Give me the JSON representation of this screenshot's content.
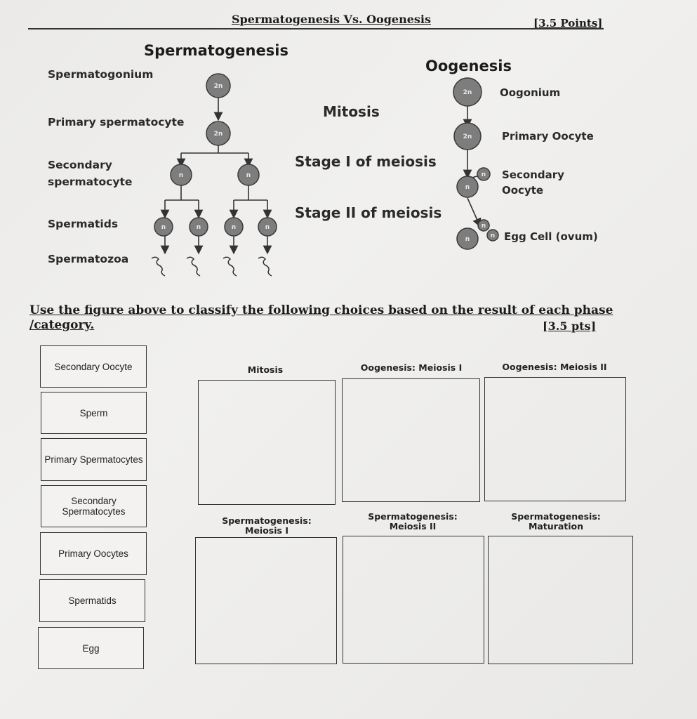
{
  "header": {
    "title": "Spermatogenesis Vs. Oogenesis",
    "points": "[3.5 Points]"
  },
  "figure": {
    "spermatogenesis": {
      "heading": "Spermatogenesis",
      "labels": [
        "Spermatogonium",
        "Primary spermatocyte",
        "Secondary",
        "spermatocyte",
        "Spermatids",
        "Spermatozoa"
      ]
    },
    "oogenesis": {
      "heading": "Oogenesis",
      "labels": [
        "Oogonium",
        "Primary Oocyte",
        "Secondary",
        "Oocyte",
        "Egg Cell (ovum)"
      ]
    },
    "stages": [
      "Mitosis",
      "Stage I of meiosis",
      "Stage II of meiosis"
    ],
    "ploidy": {
      "diploid": "2n",
      "haploid": "n"
    }
  },
  "instructions": {
    "line1": "Use the figure above to classify the following choices based on the result of each phase",
    "line2": "/category.",
    "points": "[3.5 pts]"
  },
  "choices": [
    "Secondary Oocyte",
    "Sperm",
    "Primary Spermatocytes",
    "Secondary Spermatocytes",
    "Primary Oocytes",
    "Spermatids",
    "Egg"
  ],
  "categories": [
    {
      "line1": "Mitosis",
      "line2": ""
    },
    {
      "line1": "Oogenesis: Meiosis I",
      "line2": ""
    },
    {
      "line1": "Oogenesis: Meiosis II",
      "line2": ""
    },
    {
      "line1": "Spermatogenesis:",
      "line2": "Meiosis I"
    },
    {
      "line1": "Spermatogenesis:",
      "line2": "Meiosis II"
    },
    {
      "line1": "Spermatogenesis:",
      "line2": "Maturation"
    }
  ],
  "colors": {
    "cell_fill": "#7d7d7d",
    "cell_stroke": "#3a3a3a",
    "ink": "#1c1c1c"
  }
}
